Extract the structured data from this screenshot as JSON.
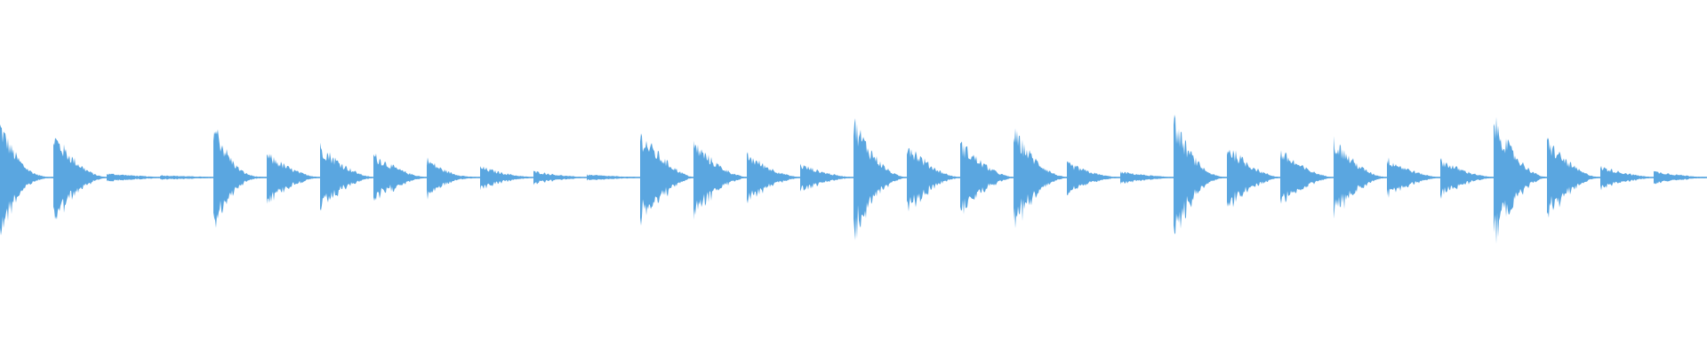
{
  "waveform": {
    "color": "#5aa6e0",
    "background": "#ffffff",
    "duration_beats": 32,
    "hits": [
      {
        "beat": 0,
        "amplitude": 0.95,
        "decay": 0.55
      },
      {
        "beat": 1,
        "amplitude": 0.75,
        "decay": 0.8
      },
      {
        "beat": 2,
        "amplitude": 0.06,
        "decay": 1.0
      },
      {
        "beat": 3,
        "amplitude": 0.03,
        "decay": 1.0
      },
      {
        "beat": 4,
        "amplitude": 1.0,
        "decay": 0.45
      },
      {
        "beat": 5,
        "amplitude": 0.4,
        "decay": 0.85
      },
      {
        "beat": 6,
        "amplitude": 0.55,
        "decay": 0.85
      },
      {
        "beat": 7,
        "amplitude": 0.4,
        "decay": 0.85
      },
      {
        "beat": 8,
        "amplitude": 0.32,
        "decay": 0.6
      },
      {
        "beat": 9,
        "amplitude": 0.18,
        "decay": 0.85
      },
      {
        "beat": 10,
        "amplitude": 0.1,
        "decay": 0.85
      },
      {
        "beat": 11,
        "amplitude": 0.04,
        "decay": 0.9
      },
      {
        "beat": 12,
        "amplitude": 0.75,
        "decay": 0.9
      },
      {
        "beat": 13,
        "amplitude": 0.6,
        "decay": 0.85
      },
      {
        "beat": 14,
        "amplitude": 0.4,
        "decay": 0.85
      },
      {
        "beat": 15,
        "amplitude": 0.22,
        "decay": 0.85
      },
      {
        "beat": 16,
        "amplitude": 1.0,
        "decay": 0.75
      },
      {
        "beat": 17,
        "amplitude": 0.6,
        "decay": 0.8
      },
      {
        "beat": 18,
        "amplitude": 0.6,
        "decay": 0.85
      },
      {
        "beat": 19,
        "amplitude": 0.8,
        "decay": 0.8
      },
      {
        "beat": 20,
        "amplitude": 0.25,
        "decay": 0.8
      },
      {
        "beat": 21,
        "amplitude": 0.09,
        "decay": 0.9
      },
      {
        "beat": 22,
        "amplitude": 1.0,
        "decay": 0.65
      },
      {
        "beat": 23,
        "amplitude": 0.55,
        "decay": 0.85
      },
      {
        "beat": 24,
        "amplitude": 0.45,
        "decay": 0.85
      },
      {
        "beat": 25,
        "amplitude": 0.65,
        "decay": 0.8
      },
      {
        "beat": 26,
        "amplitude": 0.32,
        "decay": 0.85
      },
      {
        "beat": 27,
        "amplitude": 0.3,
        "decay": 0.85
      },
      {
        "beat": 28,
        "amplitude": 1.0,
        "decay": 0.8
      },
      {
        "beat": 29,
        "amplitude": 0.65,
        "decay": 0.8
      },
      {
        "beat": 30,
        "amplitude": 0.18,
        "decay": 0.9
      },
      {
        "beat": 31,
        "amplitude": 0.1,
        "decay": 0.9
      }
    ]
  }
}
